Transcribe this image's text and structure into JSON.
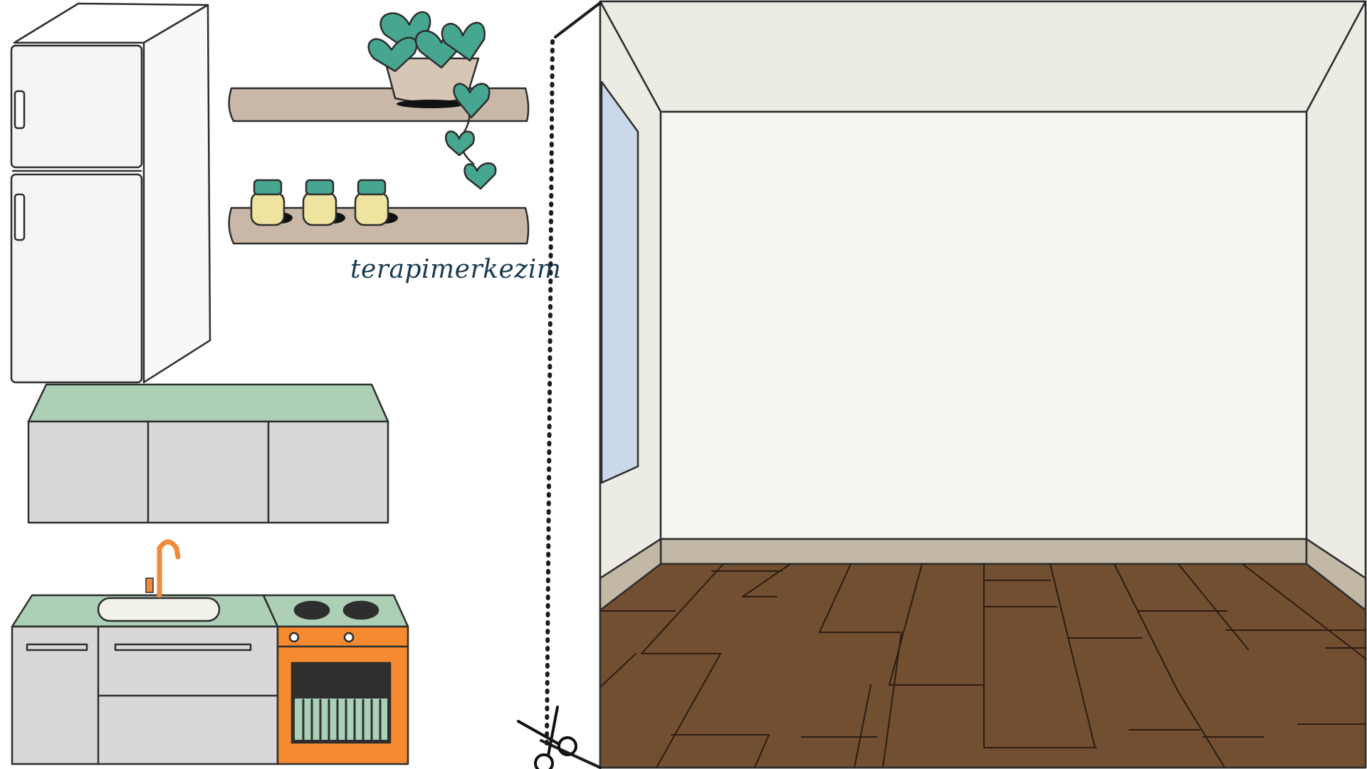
{
  "watermark": {
    "text": "terapimerkezim",
    "color": "#183a52"
  },
  "cut_line": {
    "style": "dotted",
    "tool_icon": "scissors-icon"
  },
  "cutouts": [
    {
      "name": "refrigerator",
      "icon": "fridge",
      "color": "#f4f4f4"
    },
    {
      "name": "upper-cabinet",
      "doors": 3,
      "top_color": "#accfb5",
      "body_color": "#d8d8d8"
    },
    {
      "name": "sink-counter",
      "top_color": "#accfb5",
      "faucet_color": "#f08a3c"
    },
    {
      "name": "oven",
      "color": "#f58a31",
      "window_color": "#2f2f2f",
      "rack_color": "#a9d0b8"
    },
    {
      "name": "floating-shelves",
      "count": 2,
      "color": "#c9b8a7"
    },
    {
      "name": "potted-plant",
      "leaf_color": "#47a68f",
      "pot_color": "#d5c6b6"
    },
    {
      "name": "jars",
      "count": 3,
      "color": "#efe3a0",
      "lid_color": "#47a68f"
    }
  ],
  "room": {
    "back_wall_color": "#f6f5ef",
    "side_wall_color": "#ecebe4",
    "ceiling_color": "#ecebe4",
    "window_color": "#cbd8ea",
    "baseboard_color": "#c1b9a6",
    "floor_color": "#734f31"
  }
}
